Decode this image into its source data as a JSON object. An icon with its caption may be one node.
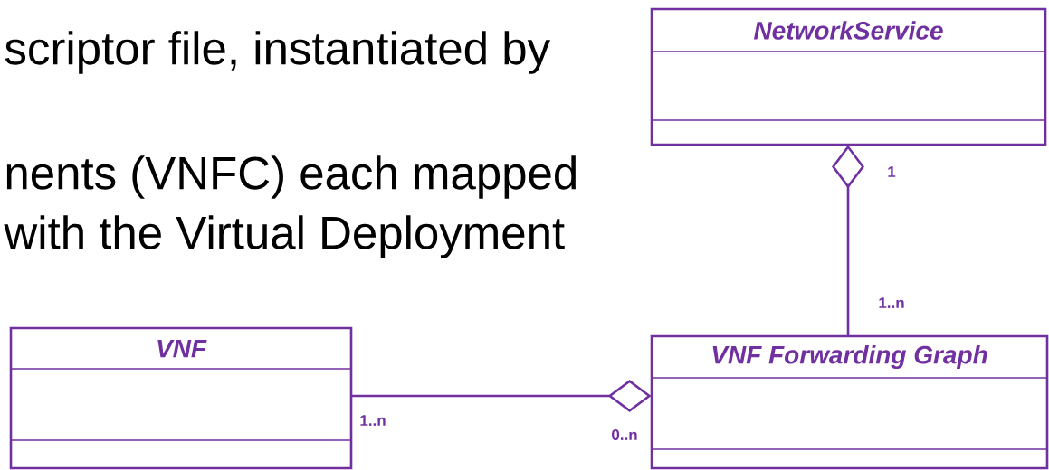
{
  "diagram": {
    "nodes": [
      {
        "text": [
          "NetworkService"
        ]
      },
      {
        "text": [
          "VNF"
        ]
      },
      {
        "text": [
          "VNF Forwarding Graph"
        ]
      }
    ],
    "edges": [
      {
        "from": 2,
        "to": 0,
        "arrow": "other"
      },
      {
        "from": 1,
        "to": 2,
        "arrow": "other"
      }
    ],
    "labels": [
      "scriptor file, instantiated by",
      "nents (VNFC) each mapped",
      "with the Virtual Deployment",
      "1",
      "1..n",
      "1..n",
      "0..n"
    ]
  }
}
